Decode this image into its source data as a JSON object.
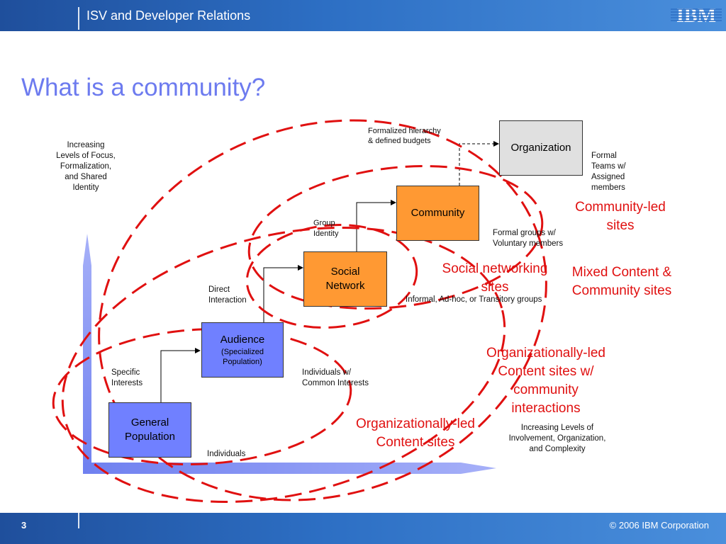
{
  "header": {
    "title": "ISV and Developer Relations",
    "logo": "IBM"
  },
  "page": {
    "title": "What is a community?"
  },
  "colors": {
    "header_blue": "#2d6fc4",
    "title_blue": "#6d7bef",
    "orange_box": "#ff9933",
    "blue_box": "#7080ff",
    "gray_box": "#e0e0e0",
    "red": "#e01010",
    "arrow_blue": "#8090f0"
  },
  "boxes": {
    "organization": "Organization",
    "community": "Community",
    "social_network": {
      "line1": "Social",
      "line2": "Network"
    },
    "audience": {
      "title": "Audience",
      "sub1": "(Specialized",
      "sub2": "Population)"
    },
    "general_population": {
      "line1": "General",
      "line2": "Population"
    }
  },
  "labels": {
    "y_axis": [
      "Increasing",
      "Levels of Focus,",
      "Formalization,",
      "and Shared",
      "Identity"
    ],
    "formalized": [
      "Formalized hierarchy",
      "& defined budgets"
    ],
    "formal_teams": [
      "Formal",
      "Teams w/",
      "Assigned",
      "members"
    ],
    "group_identity": [
      "Group",
      "Identity"
    ],
    "formal_groups": [
      "Formal groups w/",
      "Voluntary members"
    ],
    "direct_interaction": [
      "Direct",
      "Interaction"
    ],
    "informal": "Informal, Ad-hoc, or Transitory groups",
    "specific_interests": [
      "Specific",
      "Interests"
    ],
    "individuals_w": [
      "Individuals w/",
      "Common Interests"
    ],
    "individuals": "Individuals",
    "x_axis": [
      "Increasing Levels of",
      "Involvement, Organization,",
      "and Complexity"
    ]
  },
  "categories": {
    "community_led": [
      "Community-led",
      "sites"
    ],
    "social_networking": [
      "Social networking",
      "sites"
    ],
    "mixed": [
      "Mixed Content &",
      "Community sites"
    ],
    "org_led_community": [
      "Organizationally-led",
      "Content sites w/",
      "community",
      "interactions"
    ],
    "org_led": [
      "Organizationally-led",
      "Content sites"
    ]
  },
  "footer": {
    "page_number": "3",
    "copyright": "© 2006 IBM Corporation"
  }
}
